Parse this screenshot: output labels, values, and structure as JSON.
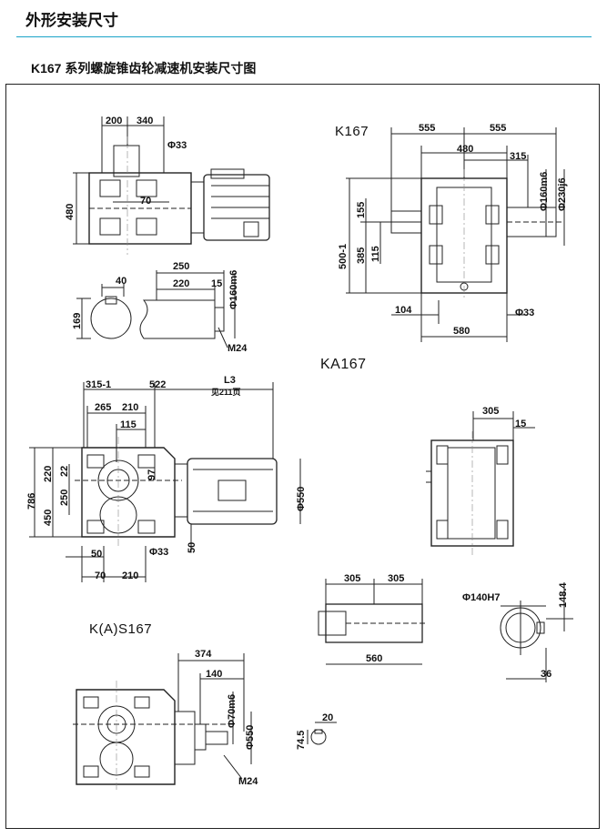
{
  "header": {
    "title": "外形安装尺寸"
  },
  "subtitle": "K167 系列螺旋锥齿轮减速机安装尺寸图",
  "sections": {
    "k167": "K167",
    "ka167": "KA167",
    "kas167": "K(A)S167"
  },
  "dims": {
    "k_top_200": "200",
    "k_top_340": "340",
    "k_phi33": "Φ33",
    "k_70": "70",
    "k_480": "480",
    "k_shaft_40": "40",
    "k_shaft_169": "169",
    "k_shaft_250": "250",
    "k_shaft_220": "220",
    "k_shaft_15": "15",
    "k_shaft_phi160": "Φ160m6",
    "k_shaft_m24": "M24",
    "kr_555a": "555",
    "kr_555b": "555",
    "kr_480": "480",
    "kr_315": "315",
    "kr_phi160": "Φ160m6",
    "kr_phi230": "Φ230j6",
    "kr_155": "155",
    "kr_385": "385",
    "kr_115": "115",
    "kr_500": "500-1",
    "kr_104": "104",
    "kr_580": "580",
    "kr_phi33": "Φ33",
    "ka_315": "315-1",
    "ka_522": "522",
    "ka_l3": "L3",
    "ka_l3_note": "见211页",
    "ka_265": "265",
    "ka_210a": "210",
    "ka_115": "115",
    "ka_786": "786",
    "ka_220": "220",
    "ka_22": "22",
    "ka_450": "450",
    "ka_250": "250",
    "ka_97": "97",
    "ka_phi550": "Φ550",
    "ka_50a": "50",
    "ka_phi33": "Φ33",
    "ka_50b": "50",
    "ka_70": "70",
    "ka_210b": "210",
    "kar_305": "305",
    "kar_15": "15",
    "kab_305a": "305",
    "kab_305b": "305",
    "kab_560": "560",
    "kac_phi140": "Φ140H7",
    "kac_148": "148.4",
    "kac_36": "36",
    "s_374": "374",
    "s_140": "140",
    "s_phi70": "Φ70m6",
    "s_phi550": "Φ550",
    "s_m24": "M24",
    "s_20": "20",
    "s_74": "74.5"
  },
  "colors": {
    "accent_line": "#1aa3c8",
    "ink": "#222222"
  }
}
